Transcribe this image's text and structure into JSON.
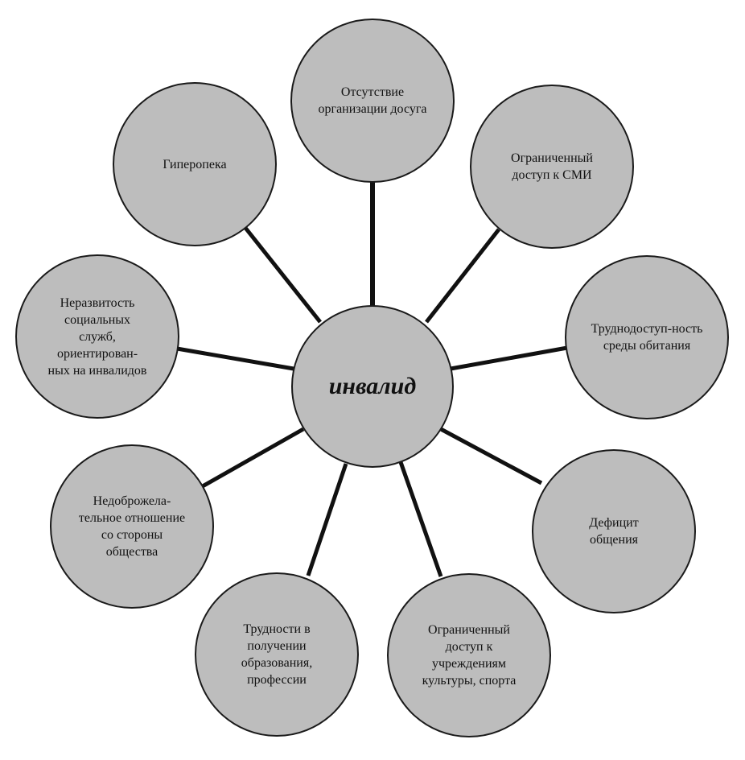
{
  "center": {
    "label": "инвалид"
  },
  "nodes": [
    {
      "id": "otsutstvie",
      "label": "Отсутствие организации досуга"
    },
    {
      "id": "smi",
      "label": "Ограниченный доступ к СМИ"
    },
    {
      "id": "sreda",
      "label": "Труднодоступ-ность среды обитания"
    },
    {
      "id": "obshchenie",
      "label": "Дефицит общения"
    },
    {
      "id": "kultura",
      "label": "Ограниченный доступ к учреждениям культуры, спорта"
    },
    {
      "id": "obrazovanie",
      "label": "Трудности в получении образования, профессии"
    },
    {
      "id": "otnoshenie",
      "label": "Недоброжела-тельное отношение со стороны общества"
    },
    {
      "id": "sluzhby",
      "label": "Неразвитость социальных служб, ориентирован-ных на инвалидов"
    },
    {
      "id": "giperopeka",
      "label": "Гиперопека"
    }
  ],
  "colors": {
    "circle_fill": "#bdbdbd",
    "outline": "#1a1a1a"
  }
}
